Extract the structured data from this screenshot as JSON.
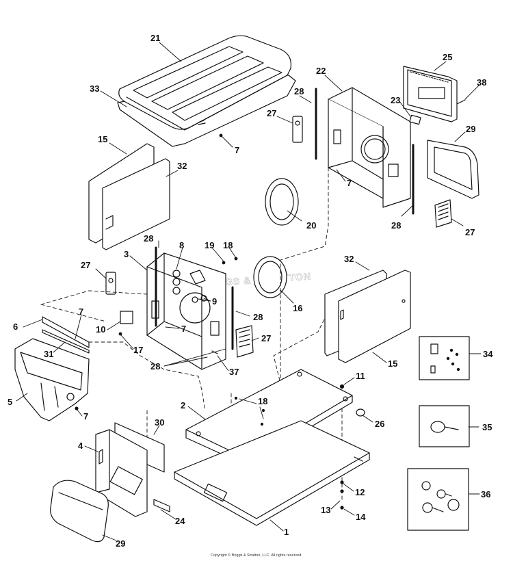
{
  "diagram": {
    "watermark": "BRIGGS & STRATTON",
    "copyright": "Copyright © Briggs & Stratton, LLC. All rights reserved.",
    "callouts": [
      {
        "id": "c21",
        "text": "21"
      },
      {
        "id": "c33",
        "text": "33"
      },
      {
        "id": "c7a",
        "text": "7"
      },
      {
        "id": "c22",
        "text": "22"
      },
      {
        "id": "c28a",
        "text": "28"
      },
      {
        "id": "c27a",
        "text": "27"
      },
      {
        "id": "c25",
        "text": "25"
      },
      {
        "id": "c38",
        "text": "38"
      },
      {
        "id": "c23",
        "text": "23"
      },
      {
        "id": "c29a",
        "text": "29"
      },
      {
        "id": "c7b",
        "text": "7"
      },
      {
        "id": "c15a",
        "text": "15"
      },
      {
        "id": "c32a",
        "text": "32"
      },
      {
        "id": "c20",
        "text": "20"
      },
      {
        "id": "c28b",
        "text": "28"
      },
      {
        "id": "c27b",
        "text": "27"
      },
      {
        "id": "c28c",
        "text": "28"
      },
      {
        "id": "c8",
        "text": "8"
      },
      {
        "id": "c19",
        "text": "19"
      },
      {
        "id": "c18a",
        "text": "18"
      },
      {
        "id": "c3",
        "text": "3"
      },
      {
        "id": "c27c",
        "text": "27"
      },
      {
        "id": "c16",
        "text": "16"
      },
      {
        "id": "c32b",
        "text": "32"
      },
      {
        "id": "c9",
        "text": "9"
      },
      {
        "id": "c28d",
        "text": "28"
      },
      {
        "id": "c6",
        "text": "6"
      },
      {
        "id": "c7c",
        "text": "7"
      },
      {
        "id": "c10",
        "text": "10"
      },
      {
        "id": "c7d",
        "text": "7"
      },
      {
        "id": "c27d",
        "text": "27"
      },
      {
        "id": "c17",
        "text": "17"
      },
      {
        "id": "c31",
        "text": "31"
      },
      {
        "id": "c28e",
        "text": "28"
      },
      {
        "id": "c37",
        "text": "37"
      },
      {
        "id": "c15b",
        "text": "15"
      },
      {
        "id": "c34",
        "text": "34"
      },
      {
        "id": "c5",
        "text": "5"
      },
      {
        "id": "c7e",
        "text": "7"
      },
      {
        "id": "c11",
        "text": "11"
      },
      {
        "id": "c18b",
        "text": "18"
      },
      {
        "id": "c2",
        "text": "2"
      },
      {
        "id": "c26",
        "text": "26"
      },
      {
        "id": "c35",
        "text": "35"
      },
      {
        "id": "c30",
        "text": "30"
      },
      {
        "id": "c4",
        "text": "4"
      },
      {
        "id": "c12",
        "text": "12"
      },
      {
        "id": "c36",
        "text": "36"
      },
      {
        "id": "c13",
        "text": "13"
      },
      {
        "id": "c14",
        "text": "14"
      },
      {
        "id": "c24",
        "text": "24"
      },
      {
        "id": "c1",
        "text": "1"
      },
      {
        "id": "c29b",
        "text": "29"
      }
    ]
  }
}
